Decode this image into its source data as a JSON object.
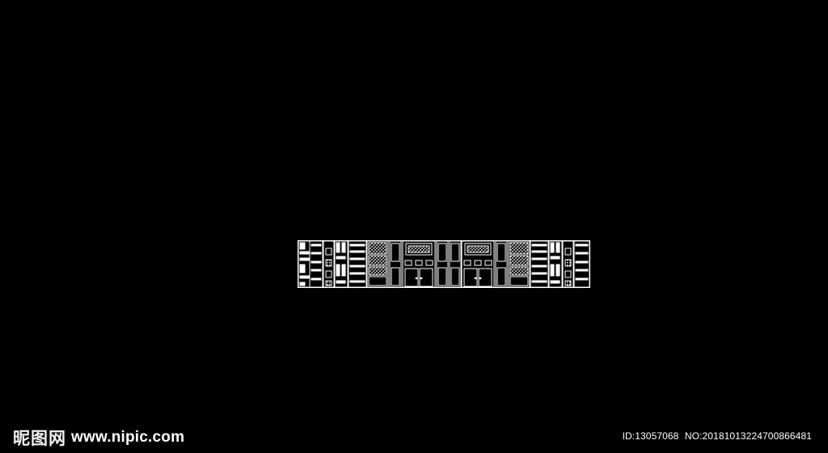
{
  "canvas": {
    "background": "#000000",
    "line_color": "#ffffff"
  },
  "drawing": {
    "subject": "cad-elevation-wall-cabinets-doors"
  },
  "watermark": {
    "logo_text": "昵图网",
    "site": "www.nipic.com",
    "id_text": "ID:13057068",
    "no_text": "NO:20181013224700866481"
  }
}
